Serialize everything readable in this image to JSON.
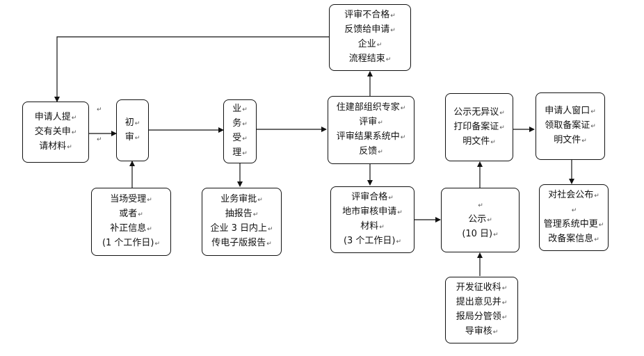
{
  "nodes": {
    "apply": {
      "lines": [
        "申请人提",
        "交有关申",
        "请材料"
      ]
    },
    "first_review": {
      "lines": [
        "初",
        "审"
      ]
    },
    "accept": {
      "lines": [
        "业",
        "务",
        "受",
        "理"
      ]
    },
    "expert": {
      "lines": [
        "住建部组织专家",
        "评审",
        "评审结果系统中",
        "反馈"
      ]
    },
    "reject": {
      "lines": [
        "评审不合格",
        "反馈给申请",
        "企业",
        "流程结束"
      ]
    },
    "on_site": {
      "lines": [
        "当场受理",
        "或者",
        "补正信息",
        "(1 个工作日)"
      ]
    },
    "approve": {
      "lines": [
        "业务审批",
        "抽报告",
        "企业 3 日内上",
        "传电子版报告"
      ]
    },
    "pass": {
      "lines": [
        "评审合格",
        "地市审核申请",
        "材料",
        "(3 个工作日)"
      ]
    },
    "publicity": {
      "lines": [
        "",
        "公示",
        "(10 日)"
      ]
    },
    "no_objection": {
      "lines": [
        "公示无异议",
        "打印备案证",
        "明文件"
      ]
    },
    "collect": {
      "lines": [
        "申请人窗口",
        "领取备案证",
        "明文件"
      ]
    },
    "announce": {
      "lines": [
        "对社会公布",
        "",
        "管理系统中更",
        "改备案信息"
      ]
    },
    "opinion": {
      "lines": [
        "开发征收科",
        "提出意见并",
        "报局分管领",
        "导审核"
      ]
    }
  },
  "paragraph_mark": "↵",
  "colors": {
    "stroke": "#111111",
    "mark": "#555555"
  }
}
